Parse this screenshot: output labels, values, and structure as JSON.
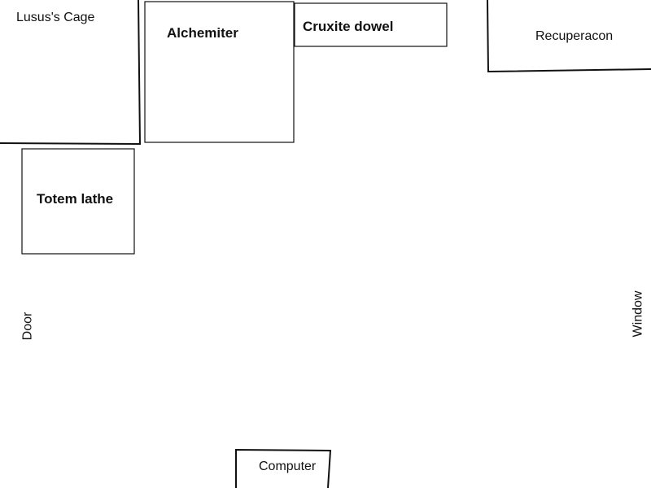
{
  "labels": {
    "lusus_cage": "Lusus's Cage",
    "alchemiter": "Alchemiter",
    "cruxite_dowel": "Cruxite dowel",
    "recuperacon": "Recuperacon",
    "totem_lathe": "Totem lathe",
    "door": "Door",
    "window": "Window",
    "computer": "Computer"
  },
  "colors": {
    "ink": "#111111",
    "background": "#ffffff"
  }
}
